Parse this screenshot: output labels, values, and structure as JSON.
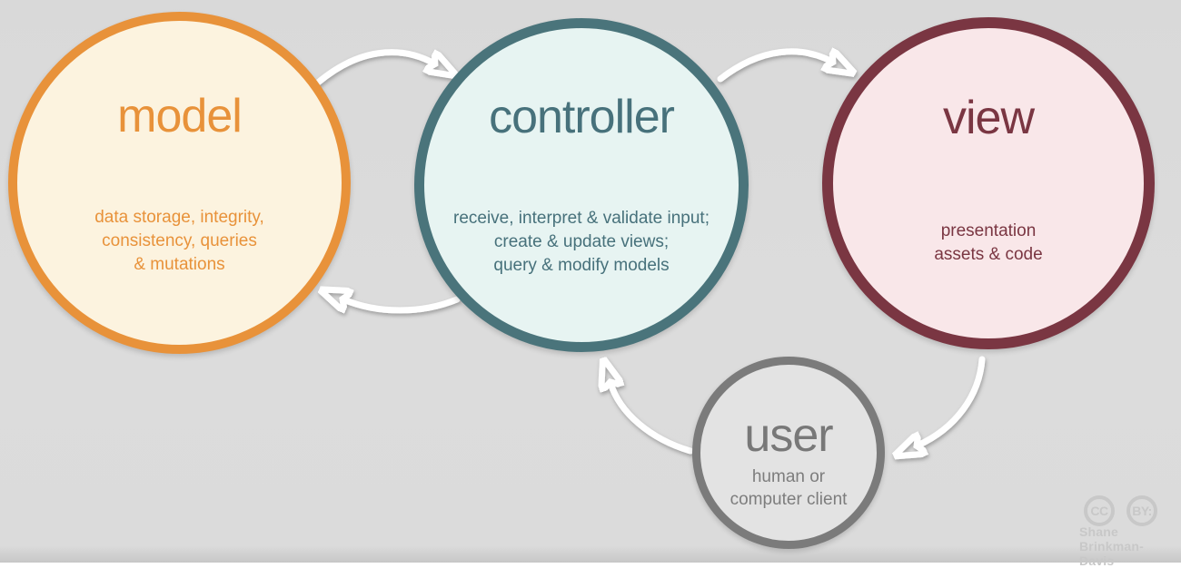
{
  "background_color": "#dbdbdb",
  "diagram": {
    "type": "cycle-flow-diagram",
    "subject": "model-view-controller architecture",
    "nodes": [
      {
        "id": "model",
        "label": "model",
        "description_lines": [
          "data storage, integrity,",
          "consistency, queries",
          "& mutations"
        ],
        "border_color": "#e8923a",
        "fill_color": "#fcf3df",
        "text_color": "#e8923a"
      },
      {
        "id": "controller",
        "label": "controller",
        "description_lines": [
          "receive, interpret & validate input;",
          "create & update views;",
          "query & modify models"
        ],
        "border_color": "#4a747b",
        "fill_color": "#e7f4f2",
        "text_color": "#47717b"
      },
      {
        "id": "view",
        "label": "view",
        "description_lines": [
          "presentation",
          "assets & code"
        ],
        "border_color": "#7a3642",
        "fill_color": "#f9e7e9",
        "text_color": "#7a3642"
      },
      {
        "id": "user",
        "label": "user",
        "description_lines": [
          "human or",
          "computer client"
        ],
        "border_color": "#7b7b7b",
        "fill_color": "#e3e3e3",
        "text_color": "#787878"
      }
    ],
    "edges": [
      {
        "from": "model",
        "to": "controller"
      },
      {
        "from": "controller",
        "to": "view"
      },
      {
        "from": "controller",
        "to": "model"
      },
      {
        "from": "view",
        "to": "user"
      },
      {
        "from": "user",
        "to": "controller"
      }
    ],
    "arrow_color": "#ffffff"
  },
  "attribution": {
    "license_icon_cc": "CC",
    "license_icon_by": "BY:",
    "author_line1": "Shane",
    "author_line2": "Brinkman-Davis",
    "color": "#c8c8c8"
  }
}
